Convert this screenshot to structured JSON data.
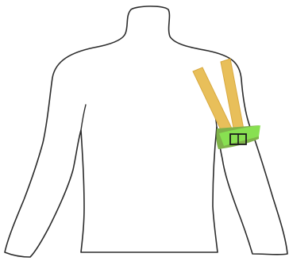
{
  "diagram": {
    "colors": {
      "background": "#ffffff",
      "outline": "#2b2b2b",
      "strap": "#e8bf5a",
      "strap_edge": "#d8a93f",
      "cuff_dark": "#7fb24a",
      "cuff_light": "#88e051",
      "buckle": "#1a1a1a"
    },
    "elements": {
      "torso": "torso-outline",
      "left_strap": "shoulder-strap",
      "right_strap": "shoulder-strap",
      "arm_cuff": "arm-cuff",
      "buckle": "buckle-icon"
    }
  }
}
